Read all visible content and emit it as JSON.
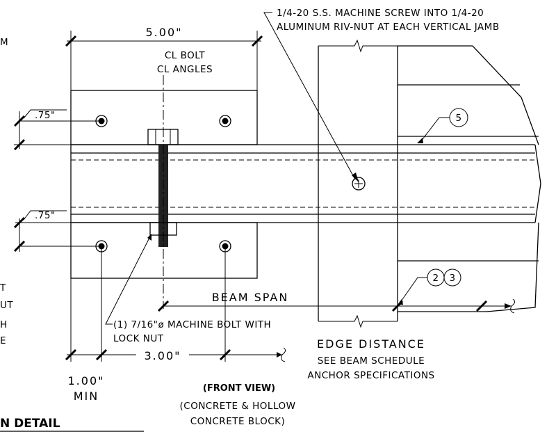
{
  "dimensions": {
    "top_width": "5.00\"",
    "edge_top": ".75\"",
    "edge_bottom": ".75\"",
    "bottom_spacing": "3.00\"",
    "min_edge": "1.00\"",
    "min_label": "MIN"
  },
  "labels": {
    "cl_bolt": "CL BOLT",
    "cl_angles": "CL ANGLES",
    "screw_note_line1": "1/4-20 S.S. MACHINE SCREW INTO 1/4-20",
    "screw_note_line2": "ALUMINUM RIV-NUT AT EACH VERTICAL JAMB",
    "bolt_note_line1": "(1) 7/16\"ø MACHINE BOLT WITH",
    "bolt_note_line2": "LOCK NUT",
    "beam_span": "BEAM SPAN",
    "edge_distance": "EDGE DISTANCE",
    "see_schedule": "SEE BEAM SCHEDULE",
    "anchor_specs": "ANCHOR SPECIFICATIONS",
    "front_view": "(FRONT VIEW)",
    "concrete_line1": "(CONCRETE & HOLLOW",
    "concrete_line2": "CONCRETE BLOCK)",
    "detail_title": "N DETAIL"
  },
  "callouts": {
    "c5": "5",
    "c2": "2",
    "c3": "3"
  },
  "left_fragments": {
    "f1": "M",
    "f2": "T",
    "f3": "UT",
    "f4": "H",
    "f5": "E"
  }
}
